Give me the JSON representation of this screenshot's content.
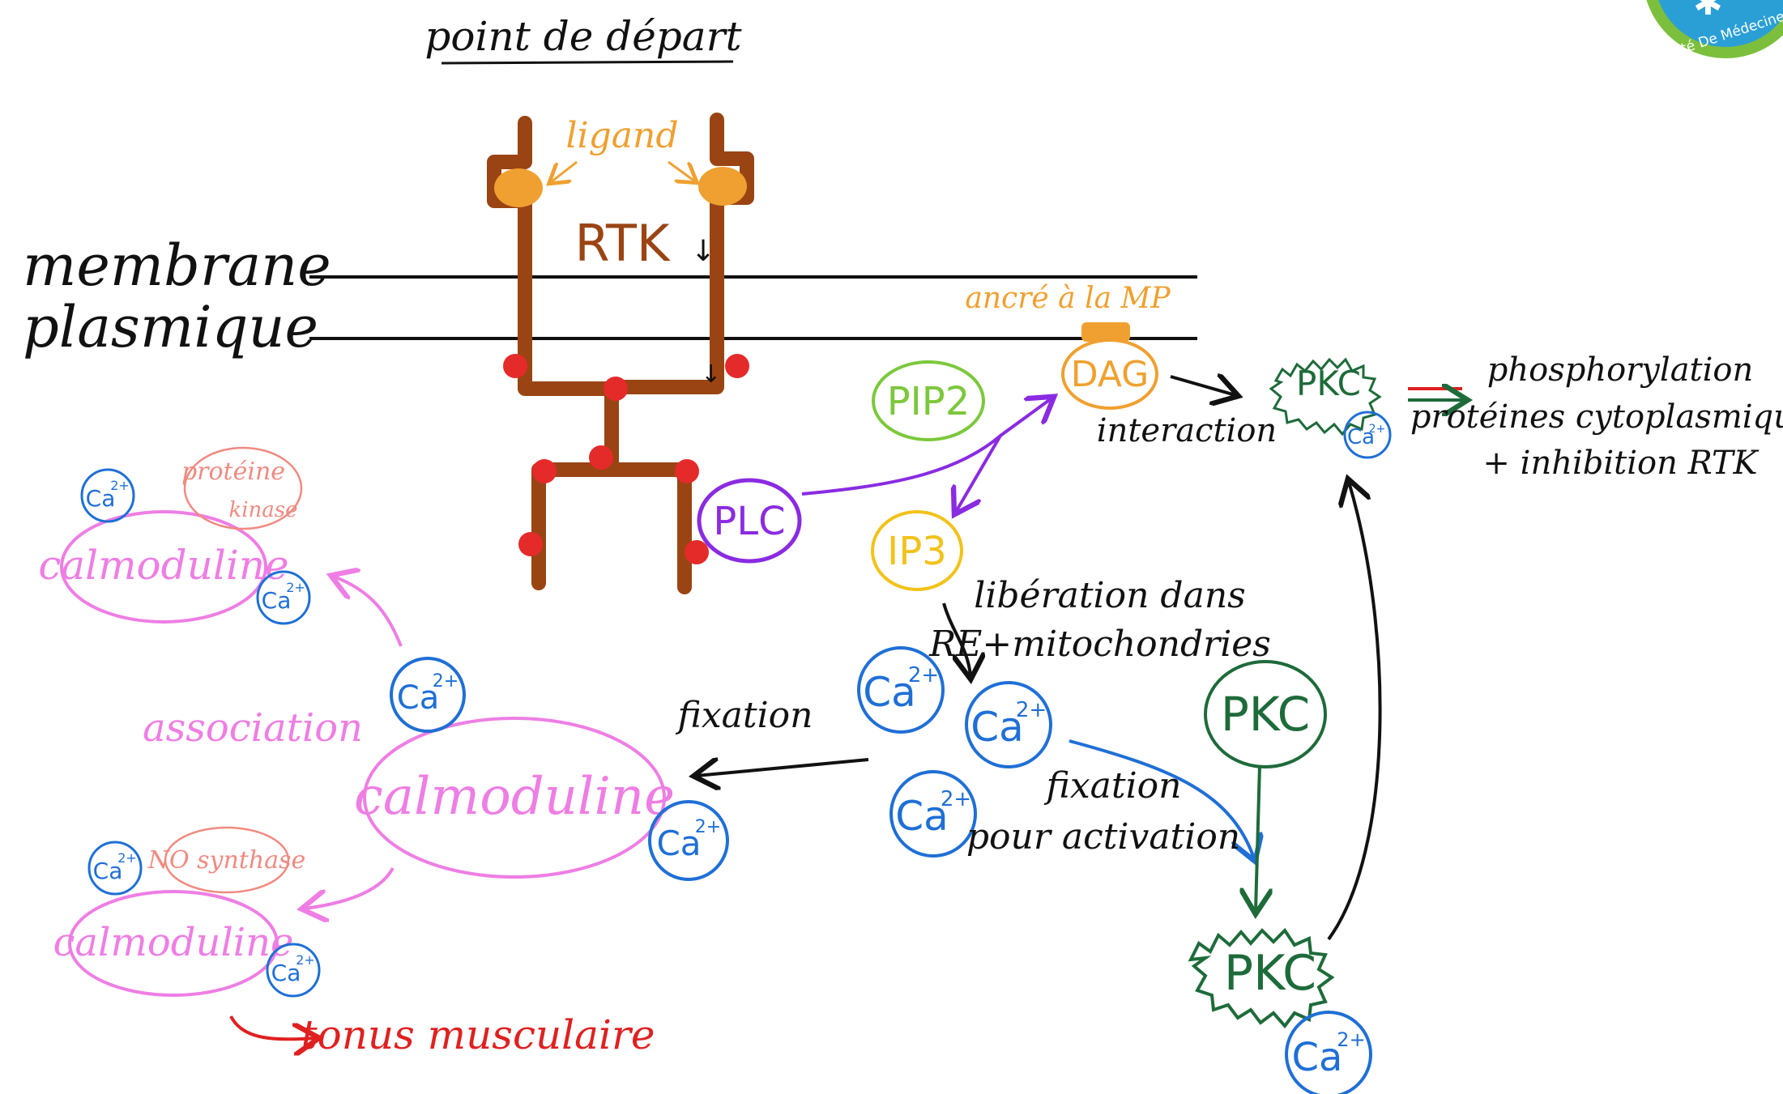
{
  "title": "point de départ",
  "membrane": {
    "line1": "membrane",
    "line2": "plasmique"
  },
  "receptor": {
    "name": "RTK",
    "arrow": "↓",
    "ligand": "ligand"
  },
  "anchored": "ancré à la MP",
  "molecules": {
    "pip2": "PIP2",
    "dag": "DAG",
    "plc": "PLC",
    "ip3": "IP3",
    "pkc": "PKC",
    "calmodulin": "calmoduline",
    "ca": "Ca",
    "ca_charge": "2+"
  },
  "labels": {
    "interaction": "interaction",
    "release_line1": "libération dans",
    "release_line2": "RE+mitochondries",
    "fixation": "fixation",
    "fixation_act_line1": "fixation",
    "fixation_act_line2": "pour activation",
    "association": "association",
    "protein_kinase_line1": "protéine",
    "protein_kinase_line2": "kinase",
    "no_synthase": "NO synthase",
    "tonus": "tonus musculaire",
    "outcome_line1": "phosphorylation",
    "outcome_line2": "protéines cytoplasmiques",
    "outcome_line3": "+ inhibition RTK"
  },
  "logo_text": "Faculté De Médecine",
  "colors": {
    "rtk": "#9a4414",
    "ligand": "#f0a030",
    "pip2": "#7cc83c",
    "dag": "#f0a030",
    "plc": "#8a2be2",
    "ip3": "#f2c21a",
    "pkc": "#1e6b3a",
    "calcium": "#1f6fd6",
    "calmodulin": "#ee7ee4",
    "tonus": "#e02020",
    "phospho": "#e02020",
    "logo": "#2a9fd6"
  }
}
